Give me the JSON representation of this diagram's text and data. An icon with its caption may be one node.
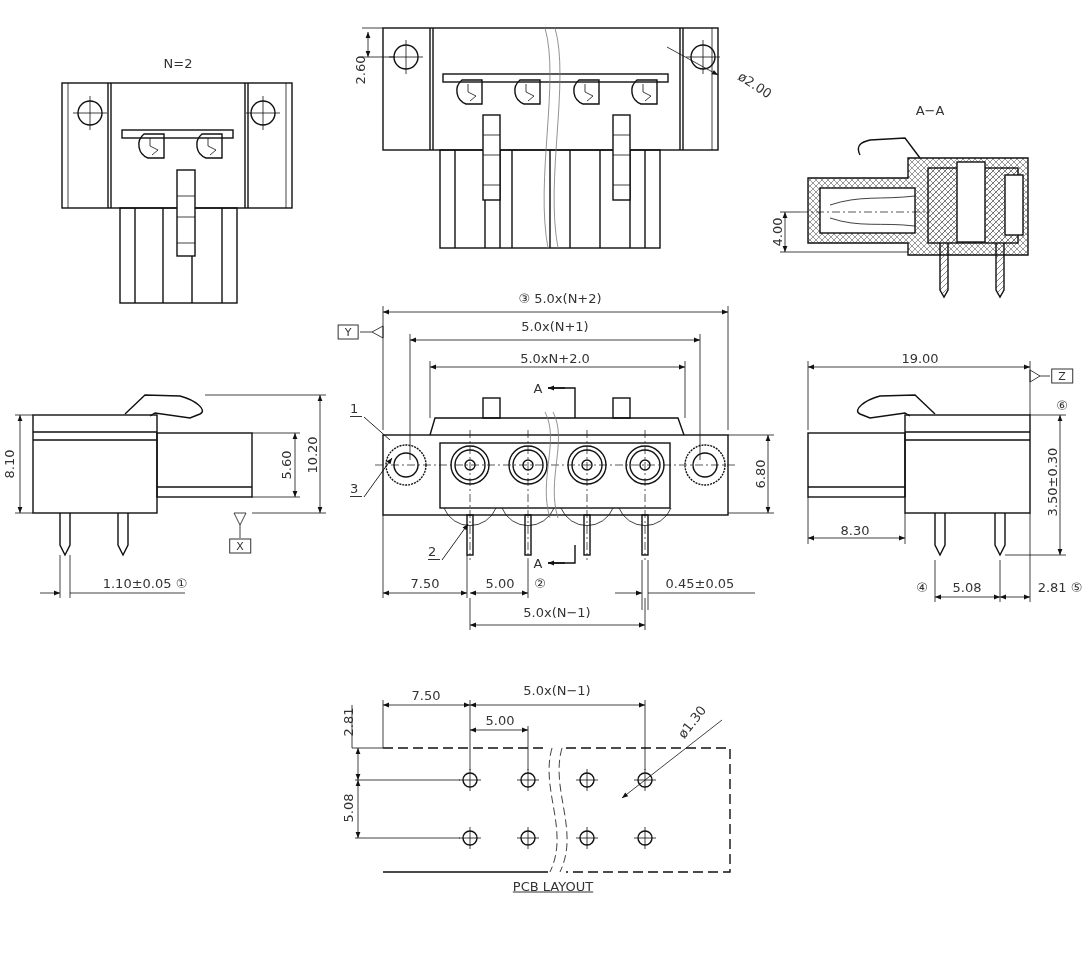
{
  "diagram": {
    "nodes": [
      {
        "text": [
          "1"
        ]
      },
      {
        "text": [
          "2"
        ]
      },
      {
        "text": [
          "3"
        ]
      }
    ],
    "edges": [
      {
        "from": 0,
        "to": null,
        "arrow": "none"
      },
      {
        "from": 1,
        "to": null,
        "arrow": "to"
      },
      {
        "from": 2,
        "to": null,
        "arrow": "to"
      }
    ],
    "labels": [
      "N=2",
      "2.60",
      "ø2.00",
      "A−A",
      "4.00",
      "③ 5.0x(N+2)",
      "Y",
      "5.0x(N+1)",
      "5.0xN+2.0",
      "A",
      "19.00",
      "Z",
      "⑥",
      "8.10",
      "5.60",
      "10.20",
      "6.80",
      "3.50±0.30",
      "X",
      "A",
      "8.30",
      "1.10±0.05 ①",
      "7.50",
      "5.00",
      "②",
      "0.45±0.05",
      "④",
      "5.08",
      "2.81 ⑤",
      "5.0x(N−1)",
      "7.50",
      "5.0x(N−1)",
      "2.81",
      "5.00",
      "ø1.30",
      "5.08",
      "PCB LAYOUT"
    ]
  }
}
